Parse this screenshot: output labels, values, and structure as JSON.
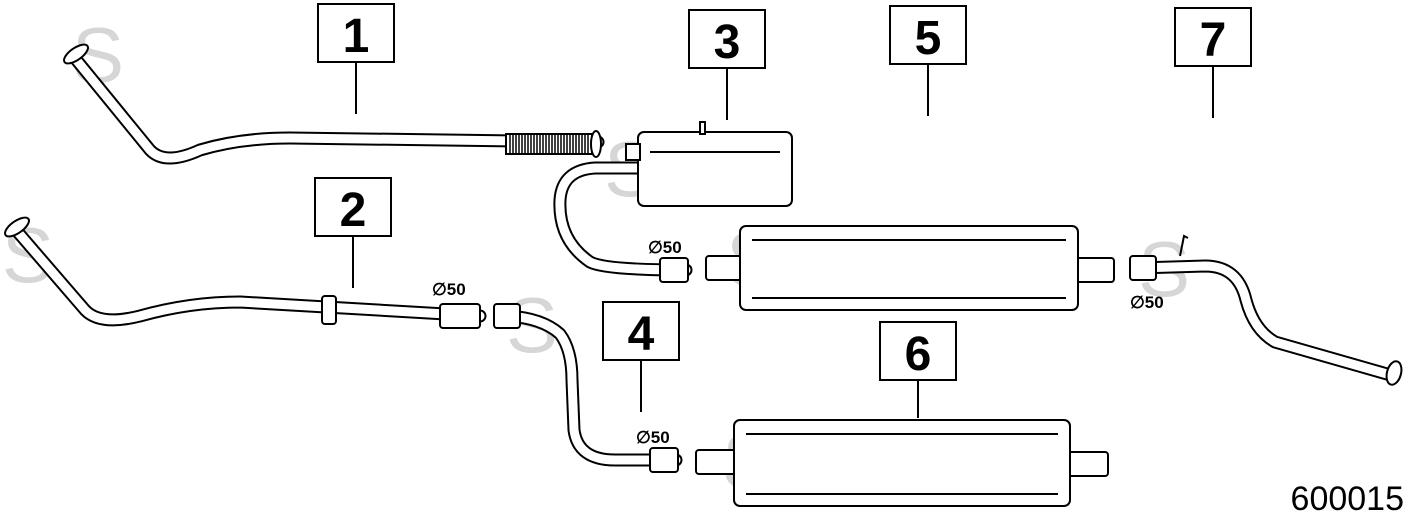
{
  "callouts": [
    {
      "id": "1",
      "label": "1"
    },
    {
      "id": "2",
      "label": "2"
    },
    {
      "id": "3",
      "label": "3"
    },
    {
      "id": "4",
      "label": "4"
    },
    {
      "id": "5",
      "label": "5"
    },
    {
      "id": "6",
      "label": "6"
    },
    {
      "id": "7",
      "label": "7"
    }
  ],
  "diameter_labels": {
    "d1": "∅50",
    "d2": "∅50",
    "d3": "∅50",
    "d4": "∅50"
  },
  "watermark": "S",
  "reference_number": "600015",
  "colors": {
    "line": "#000000",
    "watermark": "#d6d6d6",
    "background": "#ffffff"
  }
}
